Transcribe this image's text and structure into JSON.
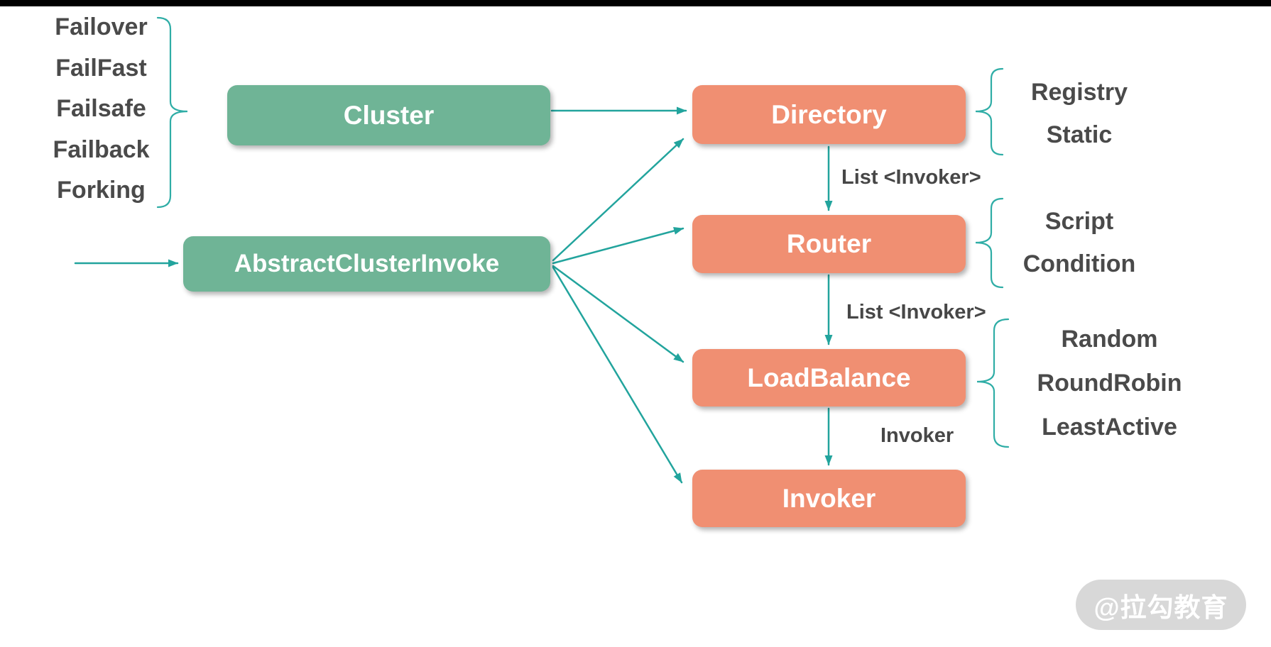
{
  "page": {
    "top_bar_color": "#000000",
    "background": "#ffffff"
  },
  "colors": {
    "connector_teal": "#22a49d",
    "node_green": "#6fb496",
    "node_salmon": "#f08f72",
    "list_text": "#4a4a4a",
    "node_text": "#ffffff",
    "watermark_bg": "#d8d8d8",
    "watermark_text": "#ffffff"
  },
  "nodes": {
    "cluster": "Cluster",
    "abstract_cluster_invoke": "AbstractClusterInvoke",
    "directory": "Directory",
    "router": "Router",
    "loadbalance": "LoadBalance",
    "invoker": "Invoker"
  },
  "cluster_strategies": [
    "Failover",
    "FailFast",
    "Failsafe",
    "Failback",
    "Forking"
  ],
  "directory_types": [
    "Registry",
    "Static"
  ],
  "router_types": [
    "Script",
    "Condition"
  ],
  "loadbalance_types": [
    "Random",
    "RoundRobin",
    "LeastActive"
  ],
  "edge_labels": {
    "directory_to_router": "List <Invoker>",
    "router_to_loadbalance": "List <Invoker>",
    "loadbalance_to_invoker": "Invoker"
  },
  "watermark": {
    "text": "@拉勾教育"
  }
}
